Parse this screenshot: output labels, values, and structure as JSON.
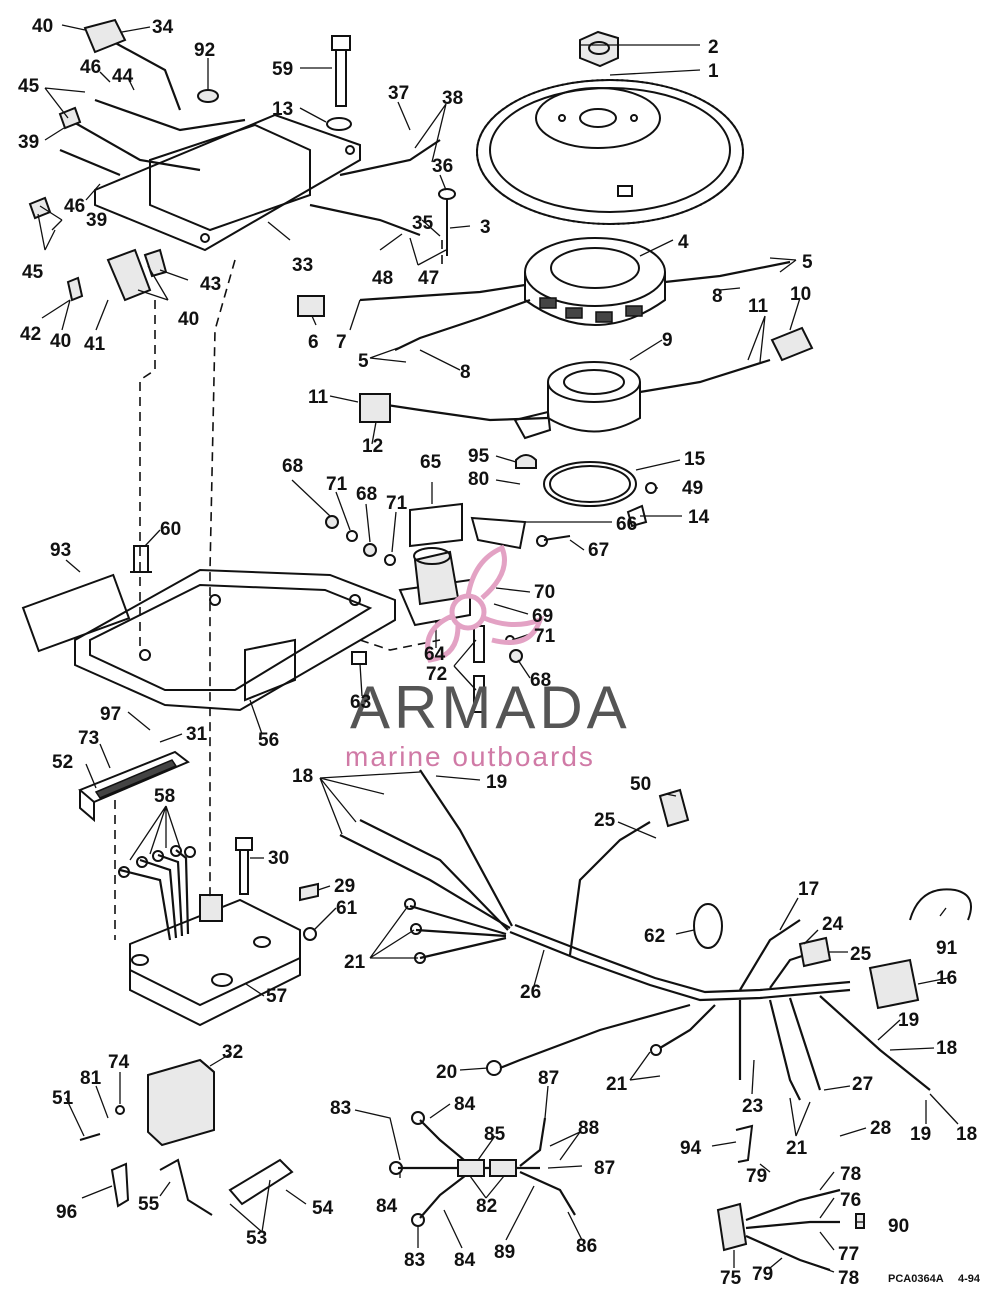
{
  "diagram": {
    "callouts": [
      "1",
      "2",
      "3",
      "4",
      "5",
      "6",
      "7",
      "8",
      "9",
      "10",
      "11",
      "12",
      "13",
      "14",
      "15",
      "16",
      "17",
      "18",
      "19",
      "20",
      "21",
      "23",
      "24",
      "25",
      "26",
      "27",
      "28",
      "29",
      "30",
      "31",
      "32",
      "33",
      "34",
      "35",
      "36",
      "37",
      "38",
      "39",
      "40",
      "41",
      "42",
      "43",
      "44",
      "45",
      "46",
      "47",
      "48",
      "49",
      "50",
      "51",
      "52",
      "53",
      "54",
      "55",
      "56",
      "57",
      "58",
      "59",
      "60",
      "61",
      "62",
      "63",
      "64",
      "65",
      "66",
      "67",
      "68",
      "69",
      "70",
      "71",
      "72",
      "73",
      "74",
      "75",
      "76",
      "77",
      "78",
      "79",
      "80",
      "81",
      "82",
      "83",
      "84",
      "85",
      "86",
      "87",
      "88",
      "89",
      "90",
      "91",
      "92",
      "93",
      "94",
      "95",
      "96",
      "97"
    ],
    "reference_code": "PCA0364A",
    "date_code": "4-94"
  },
  "watermark": {
    "brand": "ARMADA",
    "tagline": "marine outboards",
    "logo_icon": "propeller-icon",
    "colors": {
      "brand_text": "#555555",
      "tagline_text": "#d07aa6",
      "logo": "#e3a2c4"
    }
  }
}
